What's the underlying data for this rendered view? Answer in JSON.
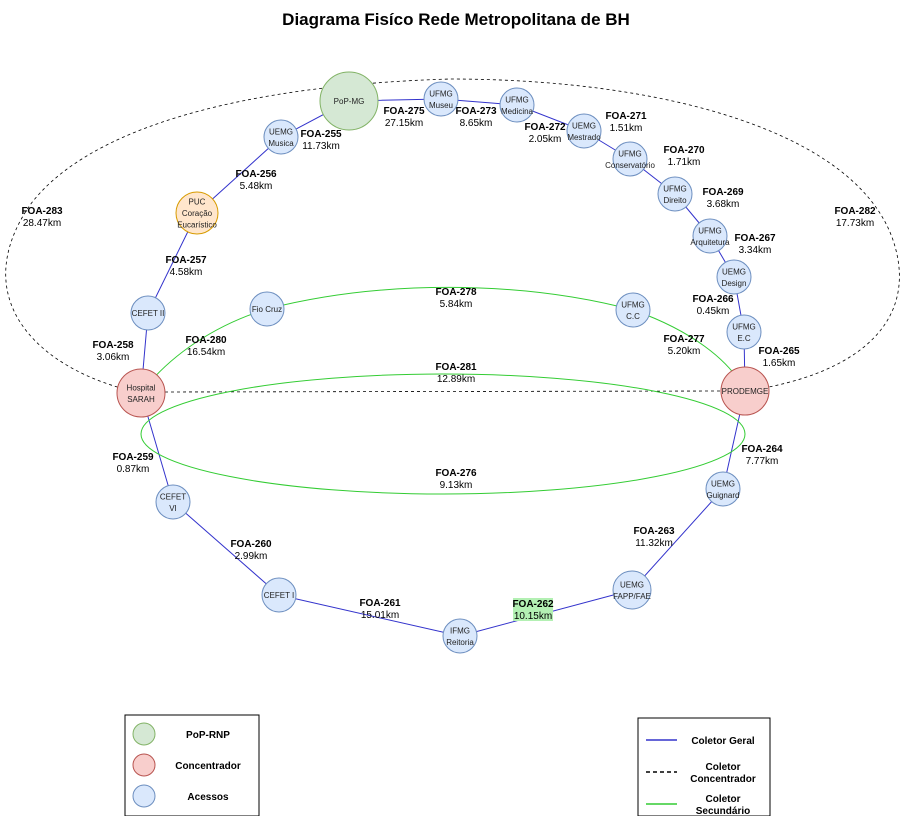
{
  "title": "Diagrama Fisíco Rede Metropolitana de BH",
  "colors": {
    "popFill": "#d5e8d4",
    "popStroke": "#82b366",
    "concFill": "#f8cecc",
    "concStroke": "#b85450",
    "accFill": "#dae8fc",
    "accStroke": "#6c8ebf",
    "orangeFill": "#ffe6cc",
    "orangeStroke": "#d79b00",
    "geral": "#3333cc",
    "secundario": "#33cc33",
    "concentrador": "#000000",
    "highlight": "#b3f0b3"
  },
  "nodes": {
    "popmg": {
      "lines": [
        "PoP-MG"
      ],
      "type": "pop"
    },
    "ufmg_museu": {
      "lines": [
        "UFMG",
        "Museu"
      ],
      "type": "acc"
    },
    "ufmg_medicina": {
      "lines": [
        "UFMG",
        "Medicina"
      ],
      "type": "acc"
    },
    "uemg_mestrado": {
      "lines": [
        "UEMG",
        "Mestrado"
      ],
      "type": "acc"
    },
    "ufmg_conservatorio": {
      "lines": [
        "UFMG",
        "Conservatório"
      ],
      "type": "acc"
    },
    "ufmg_direito": {
      "lines": [
        "UFMG",
        "Direito"
      ],
      "type": "acc"
    },
    "ufmg_arquitetura": {
      "lines": [
        "UFMG",
        "Arquitetura"
      ],
      "type": "acc"
    },
    "uemg_design": {
      "lines": [
        "UEMG",
        "Design"
      ],
      "type": "acc"
    },
    "ufmg_ec": {
      "lines": [
        "UFMG",
        "E.C"
      ],
      "type": "acc"
    },
    "prodemge": {
      "lines": [
        "PRODEMGE"
      ],
      "type": "conc"
    },
    "uemg_guignard": {
      "lines": [
        "UEMG",
        "Guignard"
      ],
      "type": "acc"
    },
    "uemg_fapp": {
      "lines": [
        "UEMG",
        "FAPP/FAE"
      ],
      "type": "acc"
    },
    "ifmg_reitoria": {
      "lines": [
        "IFMG",
        "Reitoria"
      ],
      "type": "acc"
    },
    "cefet_i": {
      "lines": [
        "CEFET I"
      ],
      "type": "acc"
    },
    "cefet_vi": {
      "lines": [
        "CEFET",
        "VI"
      ],
      "type": "acc"
    },
    "hospital_sarah": {
      "lines": [
        "Hospital",
        "SARAH"
      ],
      "type": "conc"
    },
    "cefet_ii": {
      "lines": [
        "CEFET II"
      ],
      "type": "acc"
    },
    "puc": {
      "lines": [
        "PUC",
        "Coração",
        "Eucarístico"
      ],
      "type": "orange"
    },
    "uemg_musica": {
      "lines": [
        "UEMG",
        "Musica"
      ],
      "type": "acc"
    },
    "fio_cruz": {
      "lines": [
        "Fio Cruz"
      ],
      "type": "acc"
    },
    "ufmg_cc": {
      "lines": [
        "UFMG",
        "C.C"
      ],
      "type": "acc"
    }
  },
  "links": [
    {
      "id": "FOA-255",
      "name": "FOA-255",
      "dist": "11.73km",
      "kind": "geral"
    },
    {
      "id": "FOA-275",
      "name": "FOA-275",
      "dist": "27.15km",
      "kind": "geral"
    },
    {
      "id": "FOA-273",
      "name": "FOA-273",
      "dist": "8.65km",
      "kind": "geral"
    },
    {
      "id": "FOA-272",
      "name": "FOA-272",
      "dist": "2.05km",
      "kind": "geral"
    },
    {
      "id": "FOA-271",
      "name": "FOA-271",
      "dist": "1.51km",
      "kind": "geral"
    },
    {
      "id": "FOA-270",
      "name": "FOA-270",
      "dist": "1.71km",
      "kind": "geral"
    },
    {
      "id": "FOA-269",
      "name": "FOA-269",
      "dist": "3.68km",
      "kind": "geral"
    },
    {
      "id": "FOA-267",
      "name": "FOA-267",
      "dist": "3.34km",
      "kind": "geral"
    },
    {
      "id": "FOA-266",
      "name": "FOA-266",
      "dist": "0.45km",
      "kind": "geral"
    },
    {
      "id": "FOA-265",
      "name": "FOA-265",
      "dist": "1.65km",
      "kind": "geral"
    },
    {
      "id": "FOA-264",
      "name": "FOA-264",
      "dist": "7.77km",
      "kind": "geral"
    },
    {
      "id": "FOA-263",
      "name": "FOA-263",
      "dist": "11.32km",
      "kind": "geral"
    },
    {
      "id": "FOA-262",
      "name": "FOA-262",
      "dist": "10.15km",
      "kind": "geral",
      "highlight": true
    },
    {
      "id": "FOA-261",
      "name": "FOA-261",
      "dist": "15.01km",
      "kind": "geral"
    },
    {
      "id": "FOA-260",
      "name": "FOA-260",
      "dist": "2.99km",
      "kind": "geral"
    },
    {
      "id": "FOA-259",
      "name": "FOA-259",
      "dist": "0.87km",
      "kind": "geral"
    },
    {
      "id": "FOA-258",
      "name": "FOA-258",
      "dist": "3.06km",
      "kind": "geral"
    },
    {
      "id": "FOA-257",
      "name": "FOA-257",
      "dist": "4.58km",
      "kind": "geral"
    },
    {
      "id": "FOA-256",
      "name": "FOA-256",
      "dist": "5.48km",
      "kind": "geral"
    },
    {
      "id": "FOA-283",
      "name": "FOA-283",
      "dist": "28.47km",
      "kind": "concentrador"
    },
    {
      "id": "FOA-282",
      "name": "FOA-282",
      "dist": "17.73km",
      "kind": "concentrador"
    },
    {
      "id": "FOA-281",
      "name": "FOA-281",
      "dist": "12.89km",
      "kind": "concentrador"
    },
    {
      "id": "FOA-278",
      "name": "FOA-278",
      "dist": "5.84km",
      "kind": "secundario"
    },
    {
      "id": "FOA-280",
      "name": "FOA-280",
      "dist": "16.54km",
      "kind": "secundario"
    },
    {
      "id": "FOA-277",
      "name": "FOA-277",
      "dist": "5.20km",
      "kind": "secundario"
    },
    {
      "id": "FOA-276",
      "name": "FOA-276",
      "dist": "9.13km",
      "kind": "secundario"
    }
  ],
  "legend_nodes": [
    {
      "label": "PoP-RNP",
      "type": "pop"
    },
    {
      "label": "Concentrador",
      "type": "conc"
    },
    {
      "label": "Acessos",
      "type": "acc"
    }
  ],
  "legend_lines": [
    {
      "lines": [
        "Coletor Geral"
      ],
      "kind": "geral"
    },
    {
      "lines": [
        "Coletor",
        "Concentrador"
      ],
      "kind": "concentrador"
    },
    {
      "lines": [
        "Coletor",
        "Secundário"
      ],
      "kind": "secundario"
    }
  ]
}
